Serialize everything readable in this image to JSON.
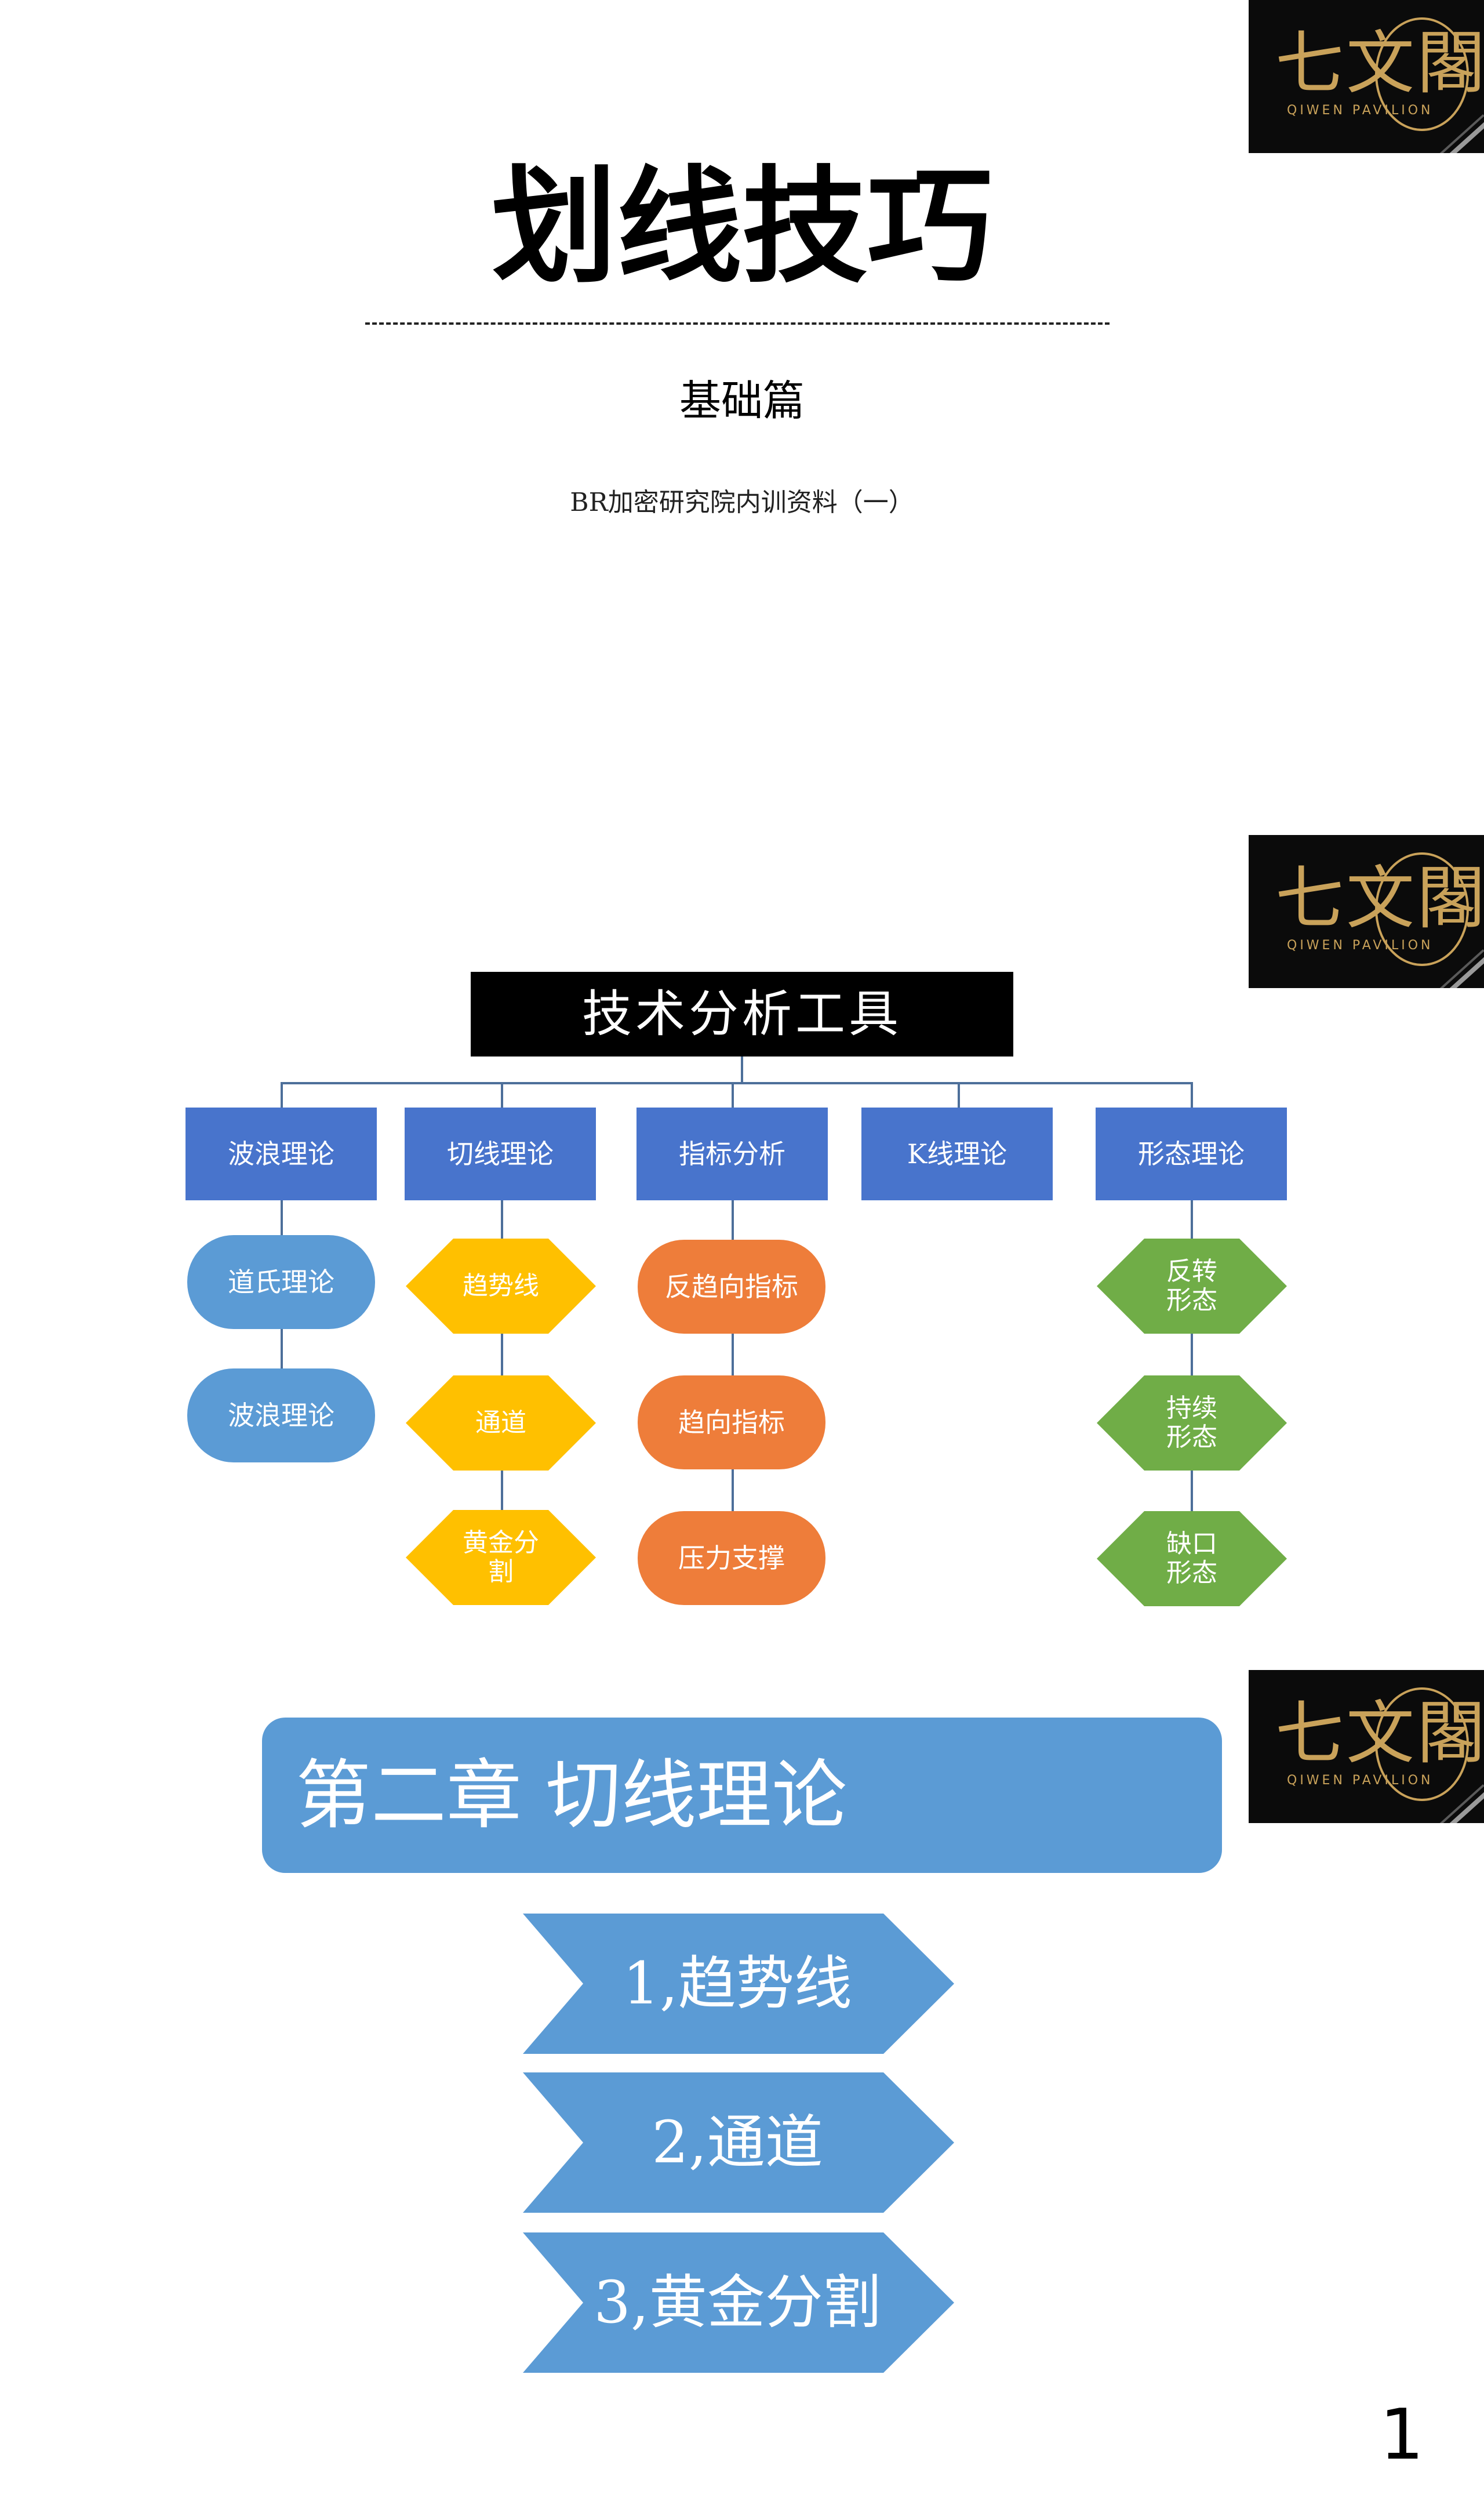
{
  "logo": {
    "characters": "七文閣",
    "subtitle": "QIWEN PAVILION"
  },
  "cover": {
    "title": "划线技巧",
    "subtitle": "基础篇",
    "note": "BR加密研究院内训资料（一）"
  },
  "tree": {
    "root": "技术分析工具",
    "categories": [
      {
        "label": "波浪理论",
        "children": [
          "道氏理论",
          "波浪理论"
        ]
      },
      {
        "label": "切线理论",
        "children": [
          "趋势线",
          "通道",
          "黄金分\n割"
        ]
      },
      {
        "label": "指标分析",
        "children": [
          "反趋向指标",
          "趋向指标",
          "压力支撑"
        ]
      },
      {
        "label": "K线理论",
        "children": []
      },
      {
        "label": "形态理论",
        "children": [
          "反转\n形态",
          "持续\n形态",
          "缺口\n形态"
        ]
      }
    ]
  },
  "chapter": {
    "title": "第二章  切线理论",
    "items": [
      "1,趋势线",
      "2,通道",
      "3,黄金分割"
    ]
  },
  "colors": {
    "category_blue": "#4874cc",
    "light_blue": "#5b9bd5",
    "orange": "#ee7d3a",
    "yellow": "#ffc000",
    "green": "#70ad47",
    "logo_gold": "#c9a25a"
  },
  "page_number": "1"
}
